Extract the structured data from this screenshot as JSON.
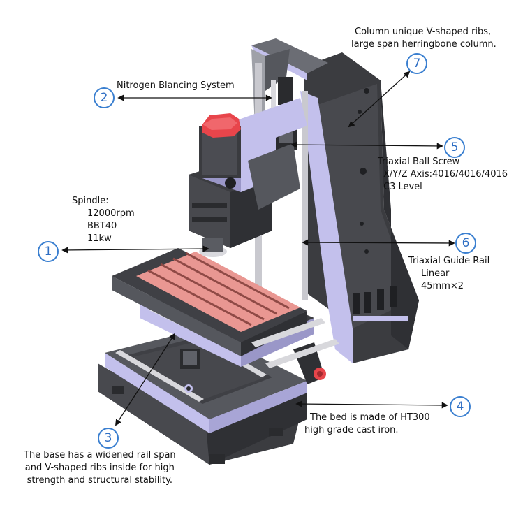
{
  "colors": {
    "marker": "#3a7fd0",
    "frame_dark": "#3b3c40",
    "frame_mid": "#56585e",
    "frame_light": "#7b7e86",
    "accent_lavender": "#c3c0ec",
    "table_red": "#e99792",
    "motor_red": "#e8454b"
  },
  "callouts": [
    {
      "id": "1",
      "lines": [
        "Spindle:",
        "12000rpm",
        "BBT40",
        "11kw"
      ]
    },
    {
      "id": "2",
      "lines": [
        "Nitrogen Blancing System"
      ]
    },
    {
      "id": "3",
      "lines": [
        "The base has a widened rail span",
        "and V-shaped ribs inside for high",
        "strength and structural stability."
      ]
    },
    {
      "id": "4",
      "lines": [
        "The bed is made of HT300",
        "high grade cast iron."
      ]
    },
    {
      "id": "5",
      "lines": [
        "Triaxial Ball Screw",
        "X/Y/Z Axis:4016/4016/4016",
        "C3 Level"
      ]
    },
    {
      "id": "6",
      "lines": [
        "Triaxial Guide Rail",
        "Linear",
        "45mm×2"
      ]
    },
    {
      "id": "7",
      "lines": [
        "Column unique V-shaped ribs,",
        "large span herringbone column."
      ]
    }
  ]
}
